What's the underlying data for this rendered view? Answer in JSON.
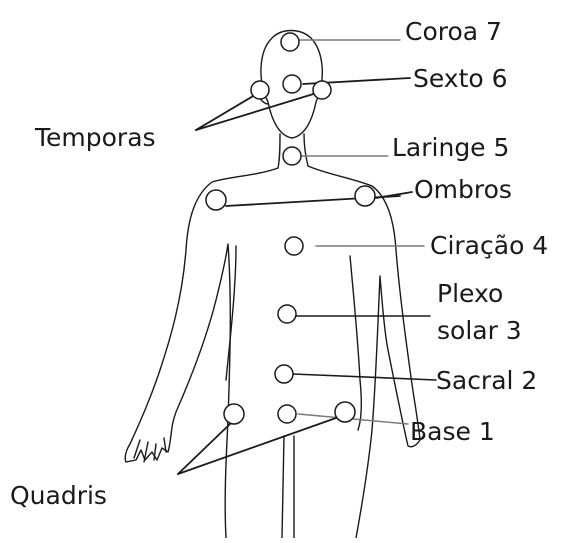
{
  "labels": {
    "coroa": "Coroa 7",
    "sexto": "Sexto 6",
    "temporas": "Temporas",
    "laringe": "Laringe 5",
    "ombros": "Ombros",
    "coracao": "Ciração 4",
    "plexo_line1": "Plexo",
    "plexo_line2": "solar 3",
    "sacral": "Sacral 2",
    "base": "Base 1",
    "quadris": "Quadris"
  },
  "colors": {
    "ink": "#1a1a1a",
    "thin_line": "#7a7a7a",
    "background": "#ffffff"
  }
}
